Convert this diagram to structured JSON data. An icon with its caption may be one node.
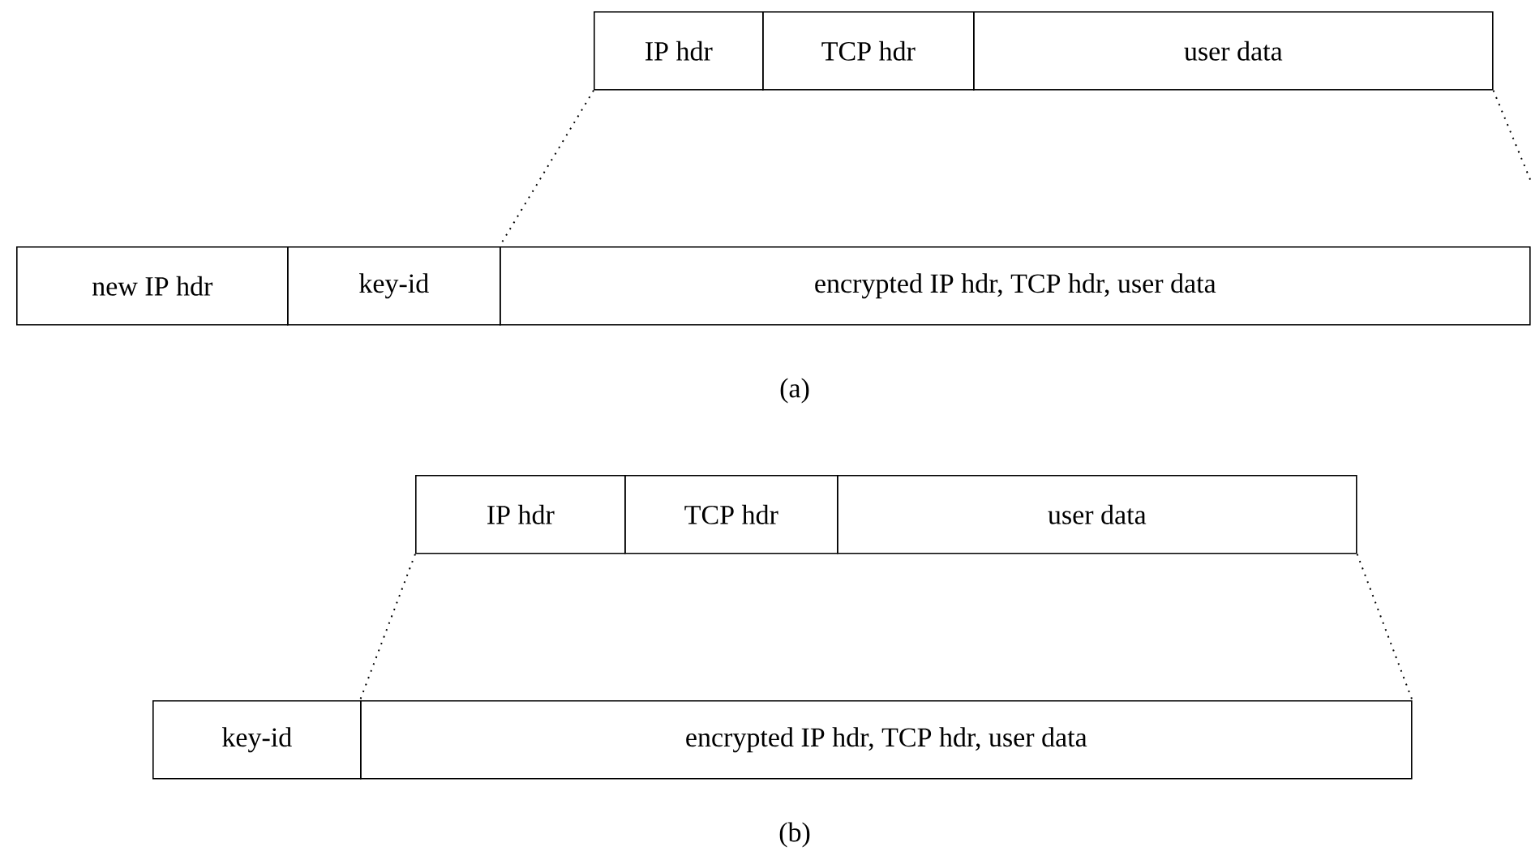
{
  "diagram": {
    "nodes": [
      {
        "text": [
          "IP hdr"
        ]
      },
      {
        "text": [
          "TCP hdr"
        ]
      },
      {
        "text": [
          "user data"
        ]
      },
      {
        "text": [
          "new IP hdr"
        ]
      },
      {
        "text": [
          "key-id"
        ]
      },
      {
        "text": [
          "encrypted IP hdr, TCP hdr, user data"
        ]
      },
      {
        "text": [
          "IP hdr"
        ]
      },
      {
        "text": [
          "TCP hdr"
        ]
      },
      {
        "text": [
          "user data"
        ]
      },
      {
        "text": [
          "key-id"
        ]
      },
      {
        "text": [
          "encrypted IP hdr, TCP hdr, user data"
        ]
      }
    ],
    "edges": [
      {
        "from": 0,
        "to": 5,
        "arrow": "none",
        "style": "dashed"
      },
      {
        "from": 2,
        "to": null,
        "arrow": "none",
        "style": "dashed"
      },
      {
        "from": 6,
        "to": 10,
        "arrow": "none",
        "style": "dashed"
      },
      {
        "from": 8,
        "to": 10,
        "arrow": "none",
        "style": "dashed"
      }
    ],
    "labels": [
      "(a)",
      "(b)"
    ]
  }
}
